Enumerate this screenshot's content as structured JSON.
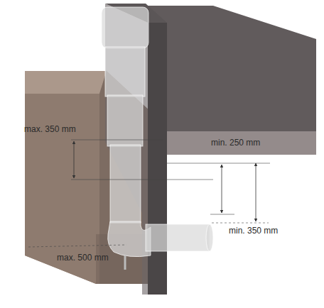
{
  "diagram": {
    "labels": [
      "max. 350 mm",
      "min. 250 mm",
      "min. 350 mm",
      "max. 500 mm"
    ]
  }
}
